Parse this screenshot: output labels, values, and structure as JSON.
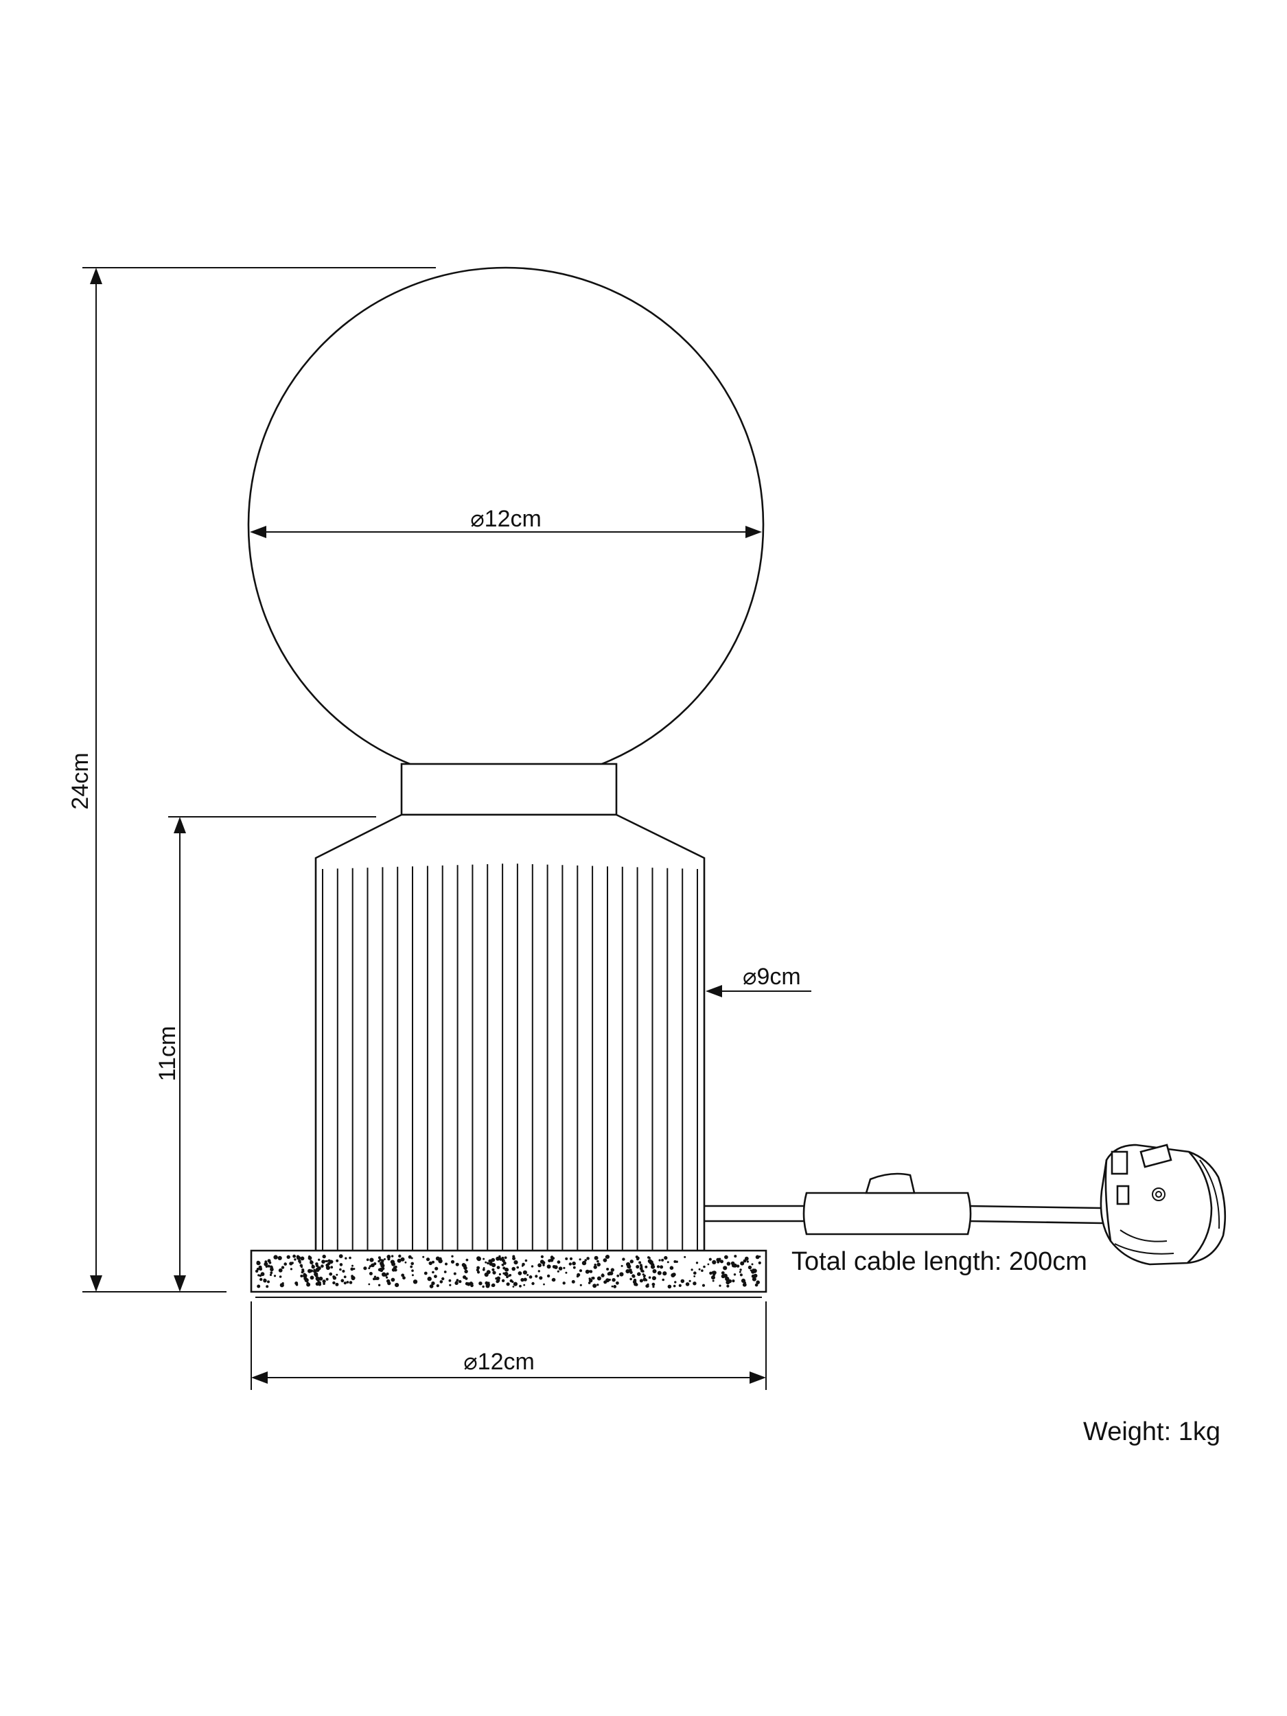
{
  "dimensions": {
    "overall_height": "24cm",
    "base_height": "11cm",
    "shade_diameter": "⌀12cm",
    "body_diameter": "⌀9cm",
    "base_diameter": "⌀12cm"
  },
  "notes": {
    "cable": "Total cable length: 200cm",
    "weight": "Weight: 1kg"
  }
}
